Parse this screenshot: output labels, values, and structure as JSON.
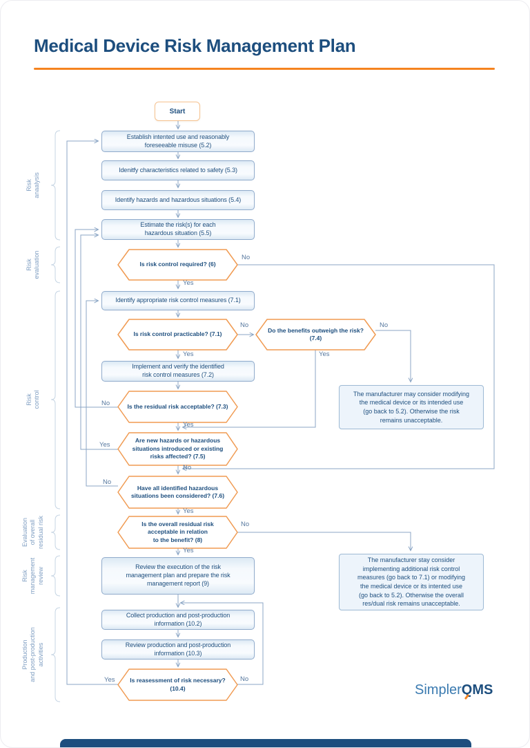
{
  "title": "Medical Device Risk Management Plan",
  "labels": {
    "yes": "Yes",
    "no": "No"
  },
  "sections": [
    {
      "label": "Risk\nanaalysis"
    },
    {
      "label": "Risk\nevaluation"
    },
    {
      "label": "Risk\ncontrol"
    },
    {
      "label": "Evaluation\nof overall\nresidual risk"
    },
    {
      "label": "Risk\nmanagement\nreview"
    },
    {
      "label": "Production\nand post-production\nactivities"
    }
  ],
  "nodes": {
    "start": "Start",
    "establish_52": "Establish intented use and reasonably\nforeseeable misuse (5.2)",
    "identify_53": "Idenitfy characteristics related to safety (5.3)",
    "identify_54": "Identify hazards and hazardous situations (5.4)",
    "estimate_55": "Estimate the risk(s) for each\nhazardous situation (5.5)",
    "required_6": "Is risk control required? (6)",
    "measures_71": "Identify appropriate risk control measures (7.1)",
    "practicable_71": "Is risk control practicable? (7.1)",
    "benefits_74": "Do the benefits outweigh the risk?\n(7.4)",
    "implement_72": "Implement and verify the identified\nrisk control measures (7.2)",
    "residual_73": "Is the residual risk acceptable? (7.3)",
    "manufacturer_74": "The manufacturer may consider modifying\nthe medical device or its intended use\n(go back to 5.2). Otherwise the risk\nremains unacceptable.",
    "new_hazards_75": "Are new hazards or hazardous\nsituations introduced or existing\nrisks affected? (7.5)",
    "considered_76": "Have all identified hazardous\nsituations been considered? (7.6)",
    "overall_8": "Is the overall residual risk\nacceptable in relation\nto the benefit? (8)",
    "review_9": "Review the execution of the risk\nmanagement plan and prepare the risk\nmanagement report (9)",
    "manufacturer_8": "The manufacturer stay consider\nimplementing additional risk control\nmeasures (go back to 7.1) or modifying\nthe medical device or its intented use\n(go back to 5.2). Otherwise the overall\nres/dual risk remains unacceptable.",
    "collect_102": "Collect production and post-production\ninformation (10.2)",
    "review_103": "Review production and post-production\ninformation (10.3)",
    "reassessment_104": "Is reasessment of risk necessary?\n(10.4)"
  },
  "logo": {
    "prefix": "Simpler",
    "q": "Q",
    "rest": "MS"
  },
  "colors": {
    "accent_orange": "#F5831F",
    "navy": "#1D4E7E",
    "hex_border": "#F09A51",
    "box_border": "#8FAACB",
    "connector": "#8BA6C5"
  }
}
